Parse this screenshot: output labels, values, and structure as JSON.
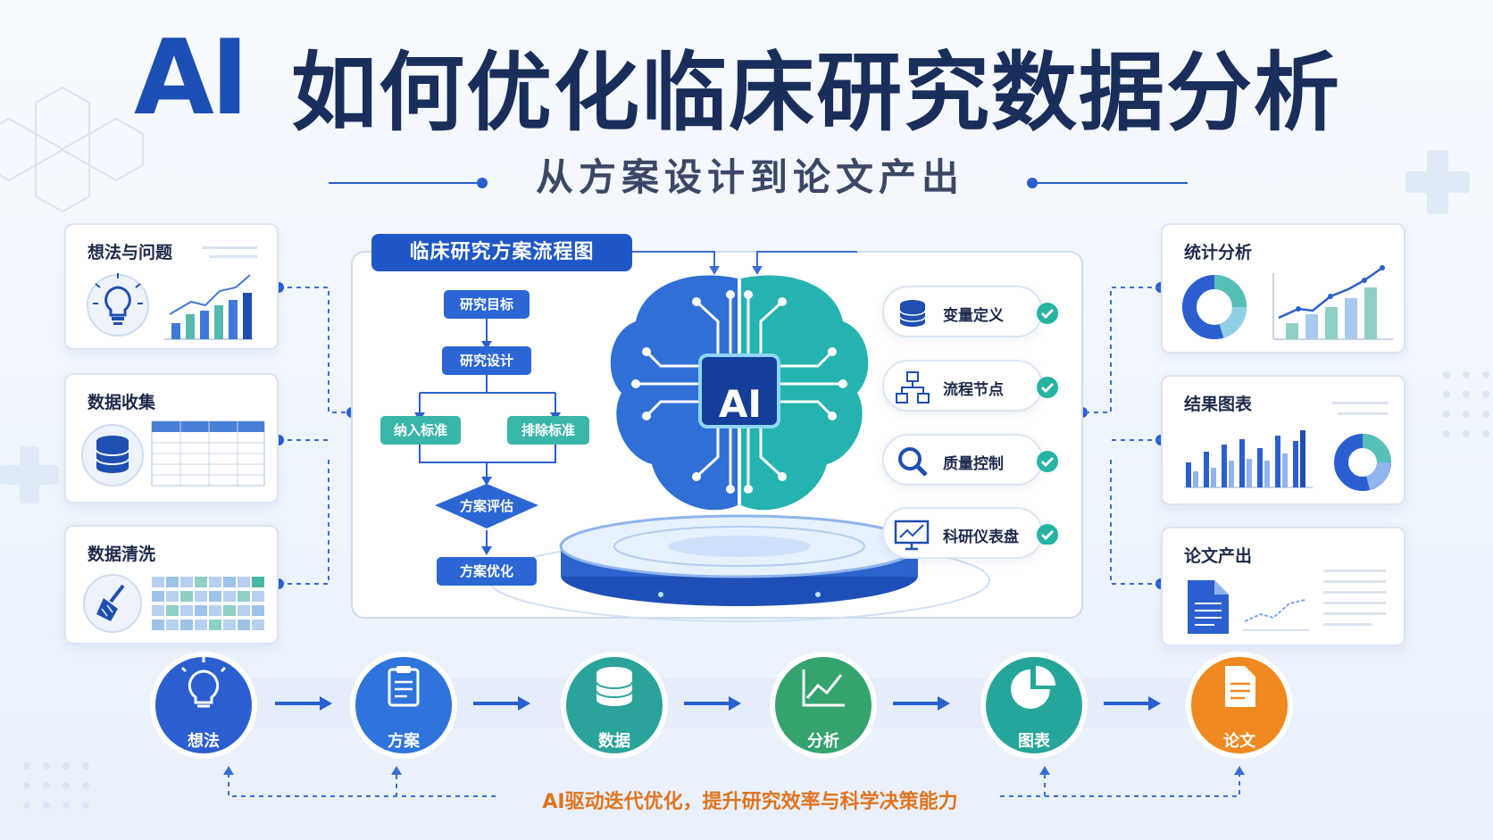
{
  "title": {
    "ai": "AI",
    "main": "如何优化临床研究数据分析",
    "subtitle": "从方案设计到论文产出"
  },
  "left_cards": [
    {
      "title": "想法与问题",
      "icon": "lightbulb-icon"
    },
    {
      "title": "数据收集",
      "icon": "database-icon"
    },
    {
      "title": "数据清洗",
      "icon": "broom-icon"
    }
  ],
  "flowchart": {
    "title": "临床研究方案流程图",
    "nodes": [
      "研究目标",
      "研究设计",
      "纳入标准",
      "排除标准",
      "方案评估",
      "方案优化"
    ]
  },
  "center": {
    "chip_label": "AI"
  },
  "features": [
    {
      "label": "变量定义",
      "icon": "database-icon"
    },
    {
      "label": "流程节点",
      "icon": "flow-nodes-icon"
    },
    {
      "label": "质量控制",
      "icon": "magnifier-icon"
    },
    {
      "label": "科研仪表盘",
      "icon": "dashboard-icon"
    }
  ],
  "right_cards": [
    {
      "title": "统计分析",
      "icon": "donut-chart-icon"
    },
    {
      "title": "结果图表",
      "icon": "bar-chart-icon"
    },
    {
      "title": "论文产出",
      "icon": "document-icon"
    }
  ],
  "steps": [
    {
      "label": "想法",
      "icon": "lightbulb-icon",
      "color": "#2b5fcf"
    },
    {
      "label": "方案",
      "icon": "clipboard-icon",
      "color": "#2f74dc"
    },
    {
      "label": "数据",
      "icon": "database-icon",
      "color": "#2aa39a"
    },
    {
      "label": "分析",
      "icon": "line-chart-icon",
      "color": "#34a36e"
    },
    {
      "label": "图表",
      "icon": "pie-chart-icon",
      "color": "#26a59a"
    },
    {
      "label": "论文",
      "icon": "document-icon",
      "color": "#f0891f"
    }
  ],
  "bottom_caption": "AI驱动迭代优化，提升研究效率与科学决策能力",
  "colors": {
    "primary": "#1f58c6",
    "teal": "#2aa39a",
    "orange": "#f0891f",
    "title": "#1a2e5c"
  }
}
